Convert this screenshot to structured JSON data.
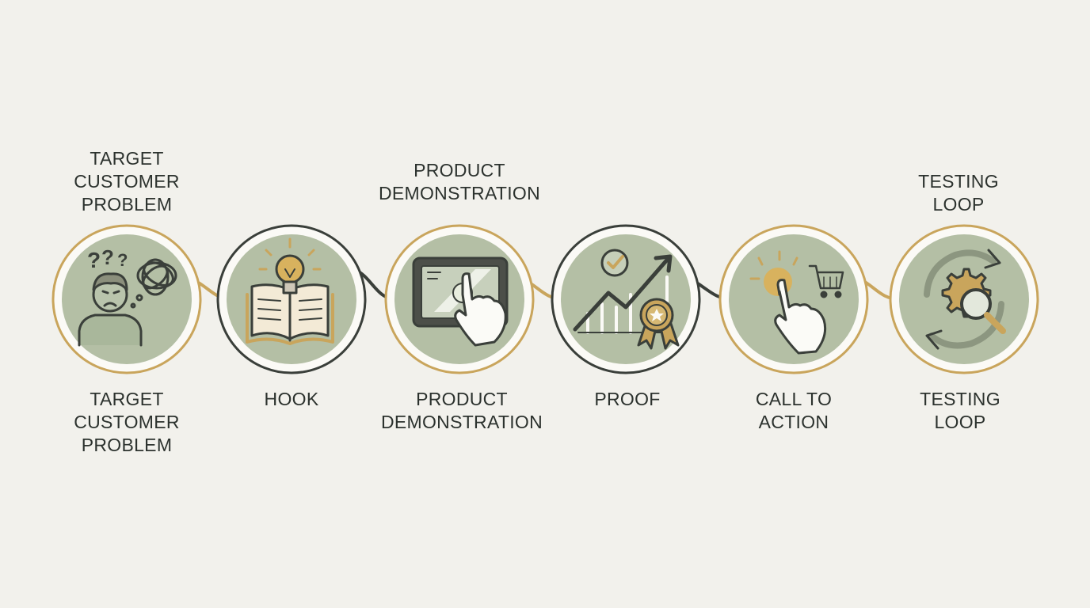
{
  "steps": [
    {
      "top_label": "TARGET\nCUSTOMER\nPROBLEM",
      "bottom_label": "TARGET\nCUSTOMER\nPROBLEM",
      "icon": "confused-person-icon"
    },
    {
      "top_label": "",
      "bottom_label": "HOOK",
      "icon": "lightbulb-book-icon"
    },
    {
      "top_label": "PRODUCT\nDEMONSTRATION",
      "bottom_label": "PRODUCT\nDEMONSTRATION",
      "icon": "tablet-tap-icon"
    },
    {
      "top_label": "",
      "bottom_label": "PROOF",
      "icon": "growth-chart-badge-icon"
    },
    {
      "top_label": "",
      "bottom_label": "CALL TO\nACTION",
      "icon": "click-cart-icon"
    },
    {
      "top_label": "TESTING\nLOOP",
      "bottom_label": "TESTING\nLOOP",
      "icon": "gear-magnifier-cycle-icon"
    }
  ],
  "colors": {
    "background": "#f2f1ec",
    "circle_fill": "#b4bfa5",
    "gold": "#c9a55c",
    "dark": "#3a3f3a"
  }
}
